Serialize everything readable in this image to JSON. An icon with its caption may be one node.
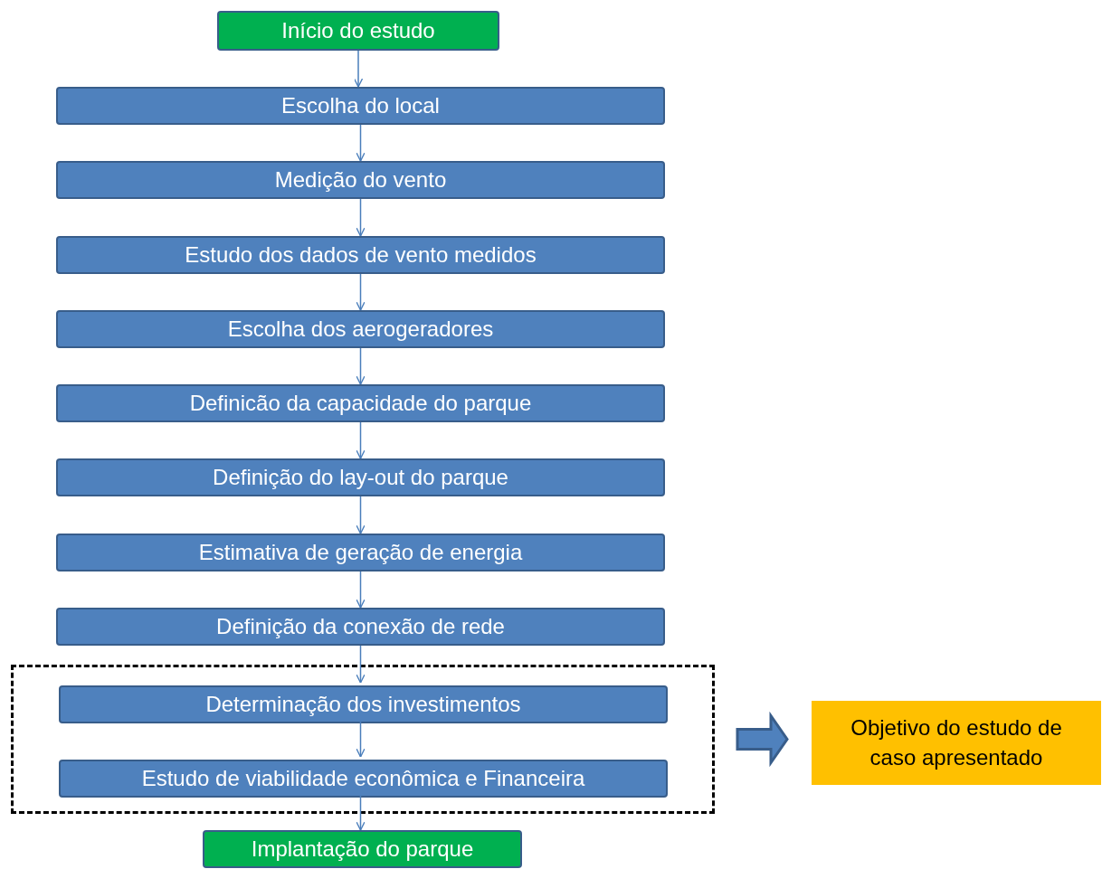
{
  "diagram": {
    "nodes": [
      {
        "text": [
          "Início do estudo"
        ]
      },
      {
        "text": [
          "Escolha do local"
        ]
      },
      {
        "text": [
          "Medição do vento"
        ]
      },
      {
        "text": [
          "Estudo dos dados de vento medidos"
        ]
      },
      {
        "text": [
          "Escolha dos aerogeradores"
        ]
      },
      {
        "text": [
          "Definicão da capacidade do parque"
        ]
      },
      {
        "text": [
          "Definição do lay-out do parque"
        ]
      },
      {
        "text": [
          "Estimativa de geração de energia"
        ]
      },
      {
        "text": [
          "Definição da conexão de rede"
        ]
      },
      {
        "text": [],
        "shape": "box"
      },
      {
        "text": [
          "Determinação dos investimentos"
        ],
        "in": 9
      },
      {
        "text": [
          "Estudo de viabilidade econômica e Financeira"
        ],
        "in": 9
      },
      {
        "text": [
          "Implantação do parque"
        ]
      },
      {
        "text": [
          "Objetivo do estudo de caso apresentado"
        ]
      }
    ],
    "edges": [
      {
        "from": 0,
        "to": 1,
        "arrow": "to"
      },
      {
        "from": 1,
        "to": 2,
        "arrow": "to"
      },
      {
        "from": 2,
        "to": 3,
        "arrow": "to"
      },
      {
        "from": 3,
        "to": 4,
        "arrow": "to"
      },
      {
        "from": 4,
        "to": 5,
        "arrow": "to"
      },
      {
        "from": 5,
        "to": 6,
        "arrow": "to"
      },
      {
        "from": 6,
        "to": 7,
        "arrow": "to"
      },
      {
        "from": 7,
        "to": 8,
        "arrow": "to"
      },
      {
        "from": 8,
        "to": 10,
        "arrow": "to"
      },
      {
        "from": 10,
        "to": 11,
        "arrow": "to"
      },
      {
        "from": 11,
        "to": 12,
        "arrow": "to"
      },
      {
        "from": 9,
        "to": 13,
        "arrow": "to",
        "style": "thick"
      }
    ]
  }
}
